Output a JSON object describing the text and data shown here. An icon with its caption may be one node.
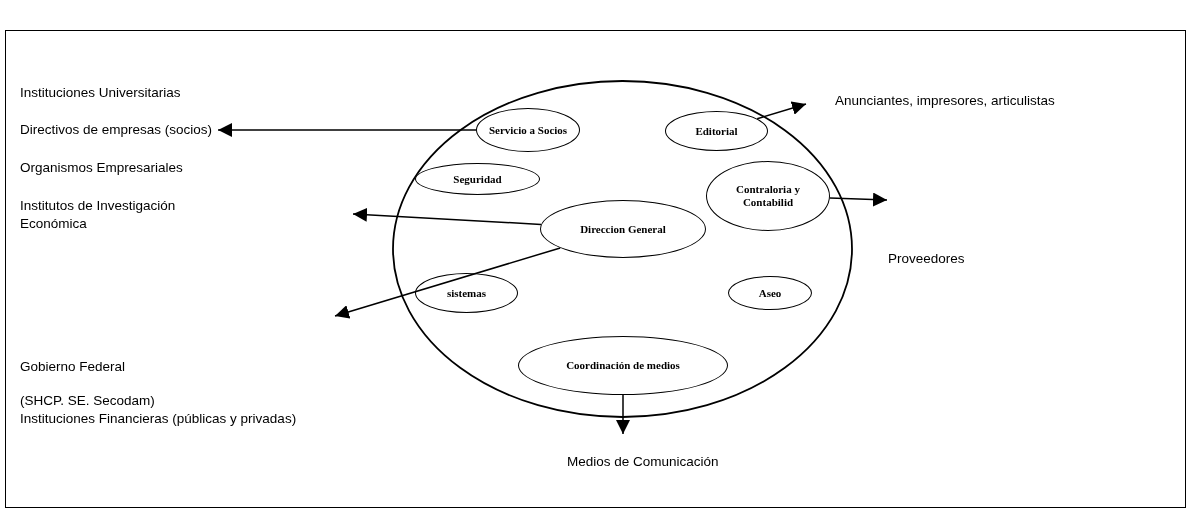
{
  "diagram": {
    "nodes": [
      {
        "text": [],
        "shape": "circle"
      },
      {
        "text": [
          "Servicio a Socios"
        ],
        "in": 0
      },
      {
        "text": [
          "Editorial"
        ],
        "in": 0
      },
      {
        "text": [
          "Seguridad"
        ],
        "in": 0
      },
      {
        "text": [
          "Contraloria y Contabilid"
        ],
        "in": 0
      },
      {
        "text": [
          "Direccion General"
        ],
        "in": 0
      },
      {
        "text": [
          "sistemas"
        ],
        "in": 0
      },
      {
        "text": [
          "Aseo"
        ],
        "in": 0
      },
      {
        "text": [
          "Coordinación de medios"
        ],
        "in": 0
      },
      {
        "text": [
          "Directivos de empresas (socios)"
        ]
      }
    ],
    "edges": [
      {
        "from": 1,
        "to": 9,
        "arrow": "to"
      },
      {
        "from": 2,
        "to": null,
        "arrow": "to"
      },
      {
        "from": 4,
        "to": null,
        "arrow": "to"
      },
      {
        "from": 5,
        "to": null,
        "arrow": "to"
      },
      {
        "from": 5,
        "to": null,
        "arrow": "to"
      },
      {
        "from": 8,
        "to": null,
        "arrow": "to"
      }
    ],
    "labels": [
      "Instituciones Universitarias",
      "Anunciantes,  impresores, articulistas",
      "Organismos Empresariales",
      "Institutos de Investigación Económica",
      "Proveedores",
      "Gobierno Federal",
      "(SHCP. SE. Secodam)",
      "Instituciones Financieras (públicas y privadas)",
      "Medios de Comunicación"
    ]
  }
}
